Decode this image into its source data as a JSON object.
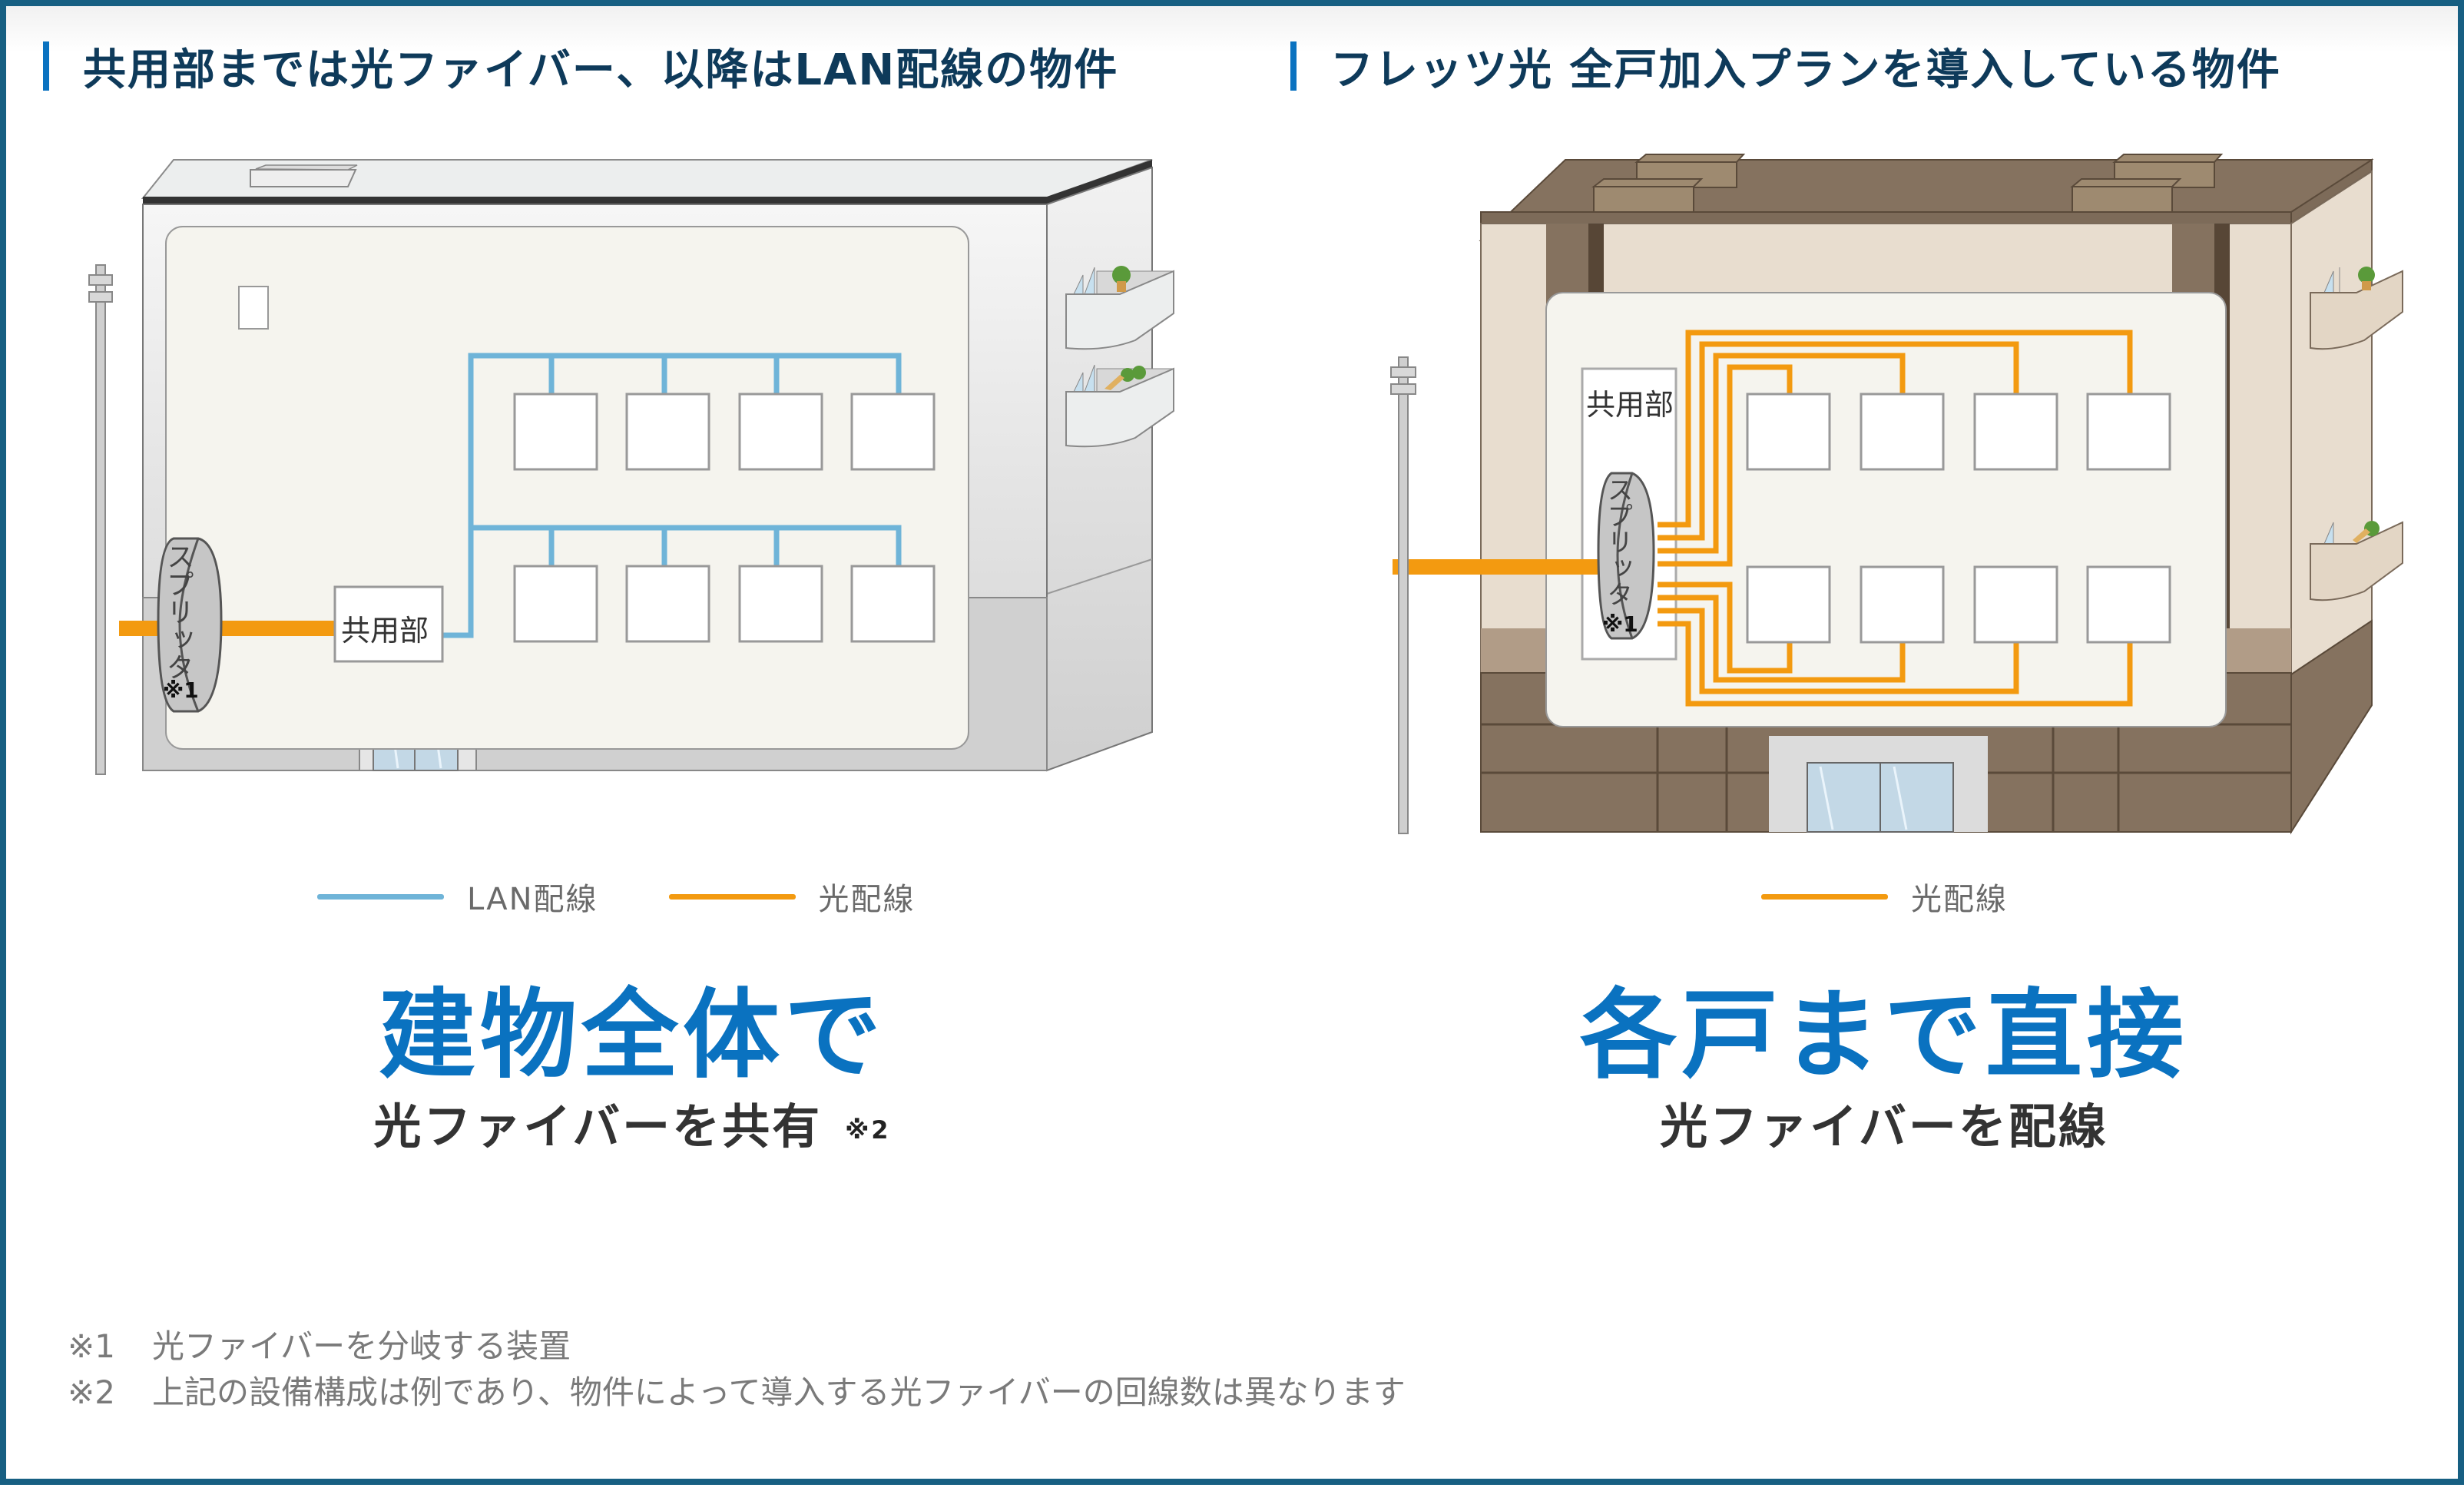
{
  "left_section": {
    "title": "共用部までは光ファイバー、以降はLAN配線の物件",
    "diagram": {
      "splitter_label": "スプリッタ",
      "splitter_note": "※1",
      "common_area_label": "共用部",
      "units_per_floor": 4,
      "floors": 2,
      "wiring": "LAN"
    },
    "legend": [
      {
        "label": "LAN配線",
        "color": "#6fb4d8"
      },
      {
        "label": "光配線",
        "color": "#f39a10"
      }
    ],
    "headline": "建物全体で",
    "subheadline": "光ファイバーを共有",
    "subheadline_note": "※2"
  },
  "right_section": {
    "title": "フレッツ光 全戸加入プランを導入している物件",
    "diagram": {
      "splitter_label": "スプリッタ",
      "splitter_note": "※1",
      "common_area_label": "共用部",
      "units_per_floor": 4,
      "floors": 2,
      "wiring": "光"
    },
    "legend": [
      {
        "label": "光配線",
        "color": "#f39a10"
      }
    ],
    "headline": "各戸まで直接",
    "subheadline": "光ファイバーを配線"
  },
  "footnotes": [
    {
      "mark": "※1",
      "text": "光ファイバーを分岐する装置"
    },
    {
      "mark": "※2",
      "text": "上記の設備構成は例であり、物件によって導入する光ファイバーの回線数は異なります"
    }
  ],
  "colors": {
    "frame": "#175f82",
    "title_bar": "#0a72c0",
    "title_text": "#0e3a5a",
    "headline": "#0a72c0",
    "lan": "#6fb4d8",
    "fiber": "#f39a10"
  }
}
